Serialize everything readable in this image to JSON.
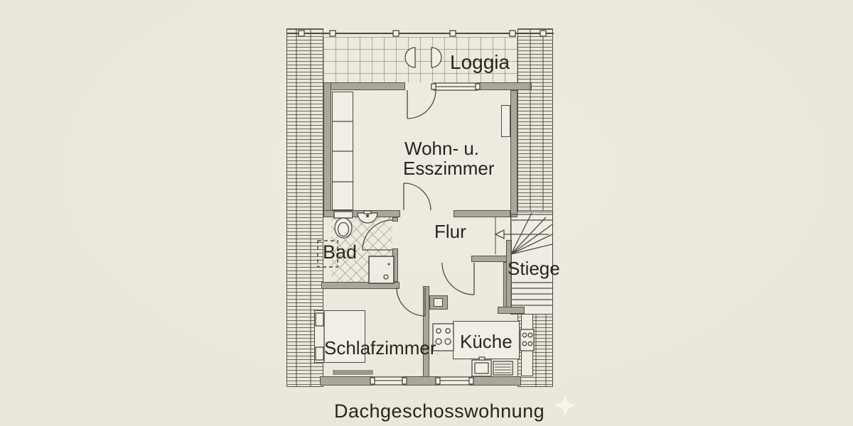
{
  "caption": "Dachgeschosswohnung",
  "rooms": [
    {
      "id": "loggia",
      "label": "Loggia"
    },
    {
      "id": "wohn-esszimmer",
      "label_line1": "Wohn- u.",
      "label_line2": "Esszimmer"
    },
    {
      "id": "flur",
      "label": "Flur"
    },
    {
      "id": "bad",
      "label": "Bad"
    },
    {
      "id": "stiege",
      "label": "Stiege"
    },
    {
      "id": "schlafzimmer",
      "label": "Schlafzimmer"
    },
    {
      "id": "kueche",
      "label": "Küche"
    }
  ],
  "icons": {
    "railing": "railing-icon",
    "chairs": "armchair-icon",
    "wardrobe": "wardrobe-icon",
    "radiator": "radiator-icon",
    "toilet": "toilet-icon",
    "washbasin": "washbasin-icon",
    "shower": "shower-icon",
    "skylight": "skylight-dashed-icon",
    "doors": "door-swing-icon",
    "windows": "window-icon",
    "chimney": "chimney-icon",
    "stairs": "stair-treads-icon",
    "stairs_arrow": "direction-arrow-icon",
    "bed": "bed-icon",
    "stove": "stove-icon",
    "kitchen_sink": "kitchen-sink-icon",
    "drainer": "drainer-icon",
    "neighbor_stove": "stove-icon",
    "watermark": "sparkle-icon"
  },
  "colors": {
    "background": "#e8e4d8",
    "floor": "#edeade",
    "wall_fill": "#a9a79a",
    "line": "#4b4b43",
    "text": "#26251f",
    "hatch_line": "#6a695d"
  }
}
